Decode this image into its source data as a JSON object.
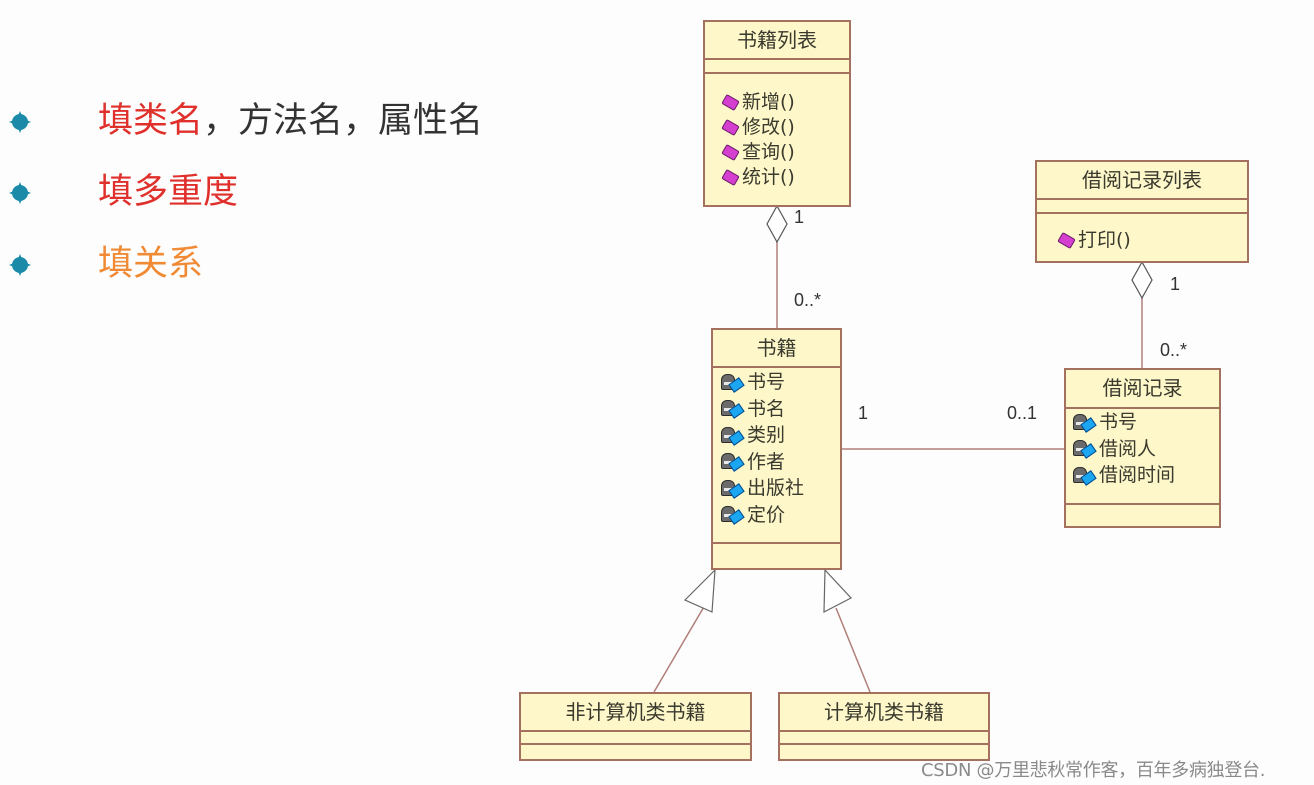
{
  "bullets": [
    {
      "segments": [
        {
          "text": "填类名",
          "color": "red"
        },
        {
          "text": "，方法名，属性名",
          "color": "dark"
        }
      ]
    },
    {
      "segments": [
        {
          "text": "填多重度",
          "color": "red"
        }
      ]
    },
    {
      "segments": [
        {
          "text": "填关系",
          "color": "orange"
        }
      ]
    }
  ],
  "bullet_icon": "gear-bullet-icon",
  "classes": {
    "book_list": {
      "name": "书籍列表",
      "operations": [
        "新增()",
        "修改()",
        "查询()",
        "统计()"
      ]
    },
    "borrow_list": {
      "name": "借阅记录列表",
      "operations": [
        "打印()"
      ]
    },
    "book": {
      "name": "书籍",
      "attributes": [
        "书号",
        "书名",
        "类别",
        "作者",
        "出版社",
        "定价"
      ]
    },
    "borrow": {
      "name": "借阅记录",
      "attributes": [
        "书号",
        "借阅人",
        "借阅时间"
      ]
    },
    "non_cs_book": {
      "name": "非计算机类书籍"
    },
    "cs_book": {
      "name": "计算机类书籍"
    }
  },
  "multiplicities": {
    "book_list_end": "1",
    "book_end_agg": "0..*",
    "borrow_list_end": "1",
    "borrow_end_agg": "0..*",
    "book_assoc": "1",
    "borrow_assoc": "0..1"
  },
  "colors": {
    "box_fill": "#fdf7c9",
    "box_border": "#a5715f",
    "red": "#e0302c",
    "orange": "#f08a35",
    "bullet": "#1a8aa8"
  },
  "watermark": "CSDN @万里悲秋常作客，百年多病独登台."
}
